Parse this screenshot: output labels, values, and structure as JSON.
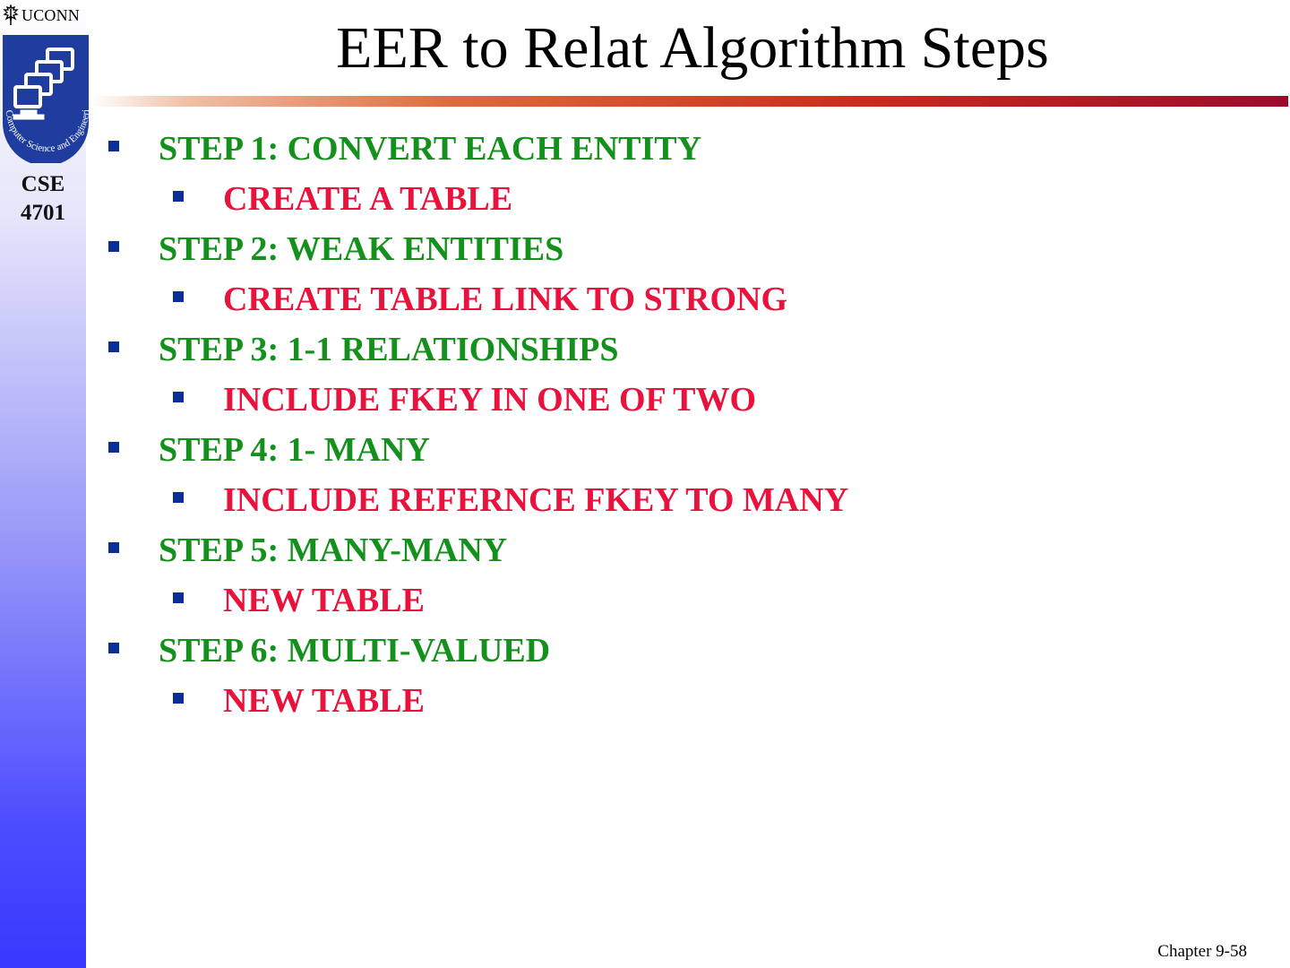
{
  "sidebar": {
    "university": "UCONN",
    "logo_text": "Computer Science and Engineering",
    "course_line1": "CSE",
    "course_line2": "4701"
  },
  "slide": {
    "title": "EER to Relat Algorithm Steps",
    "bullets": [
      {
        "level": 1,
        "text": "STEP 1: CONVERT EACH ENTITY"
      },
      {
        "level": 2,
        "text": "CREATE A TABLE"
      },
      {
        "level": 1,
        "text": "STEP 2: WEAK ENTITIES"
      },
      {
        "level": 2,
        "text": "CREATE TABLE LINK TO STRONG"
      },
      {
        "level": 1,
        "text": "STEP 3: 1-1 RELATIONSHIPS"
      },
      {
        "level": 2,
        "text": "INCLUDE FKEY IN ONE OF TWO"
      },
      {
        "level": 1,
        "text": "STEP 4: 1- MANY"
      },
      {
        "level": 2,
        "text": "INCLUDE REFERNCE FKEY TO MANY"
      },
      {
        "level": 1,
        "text": "STEP 5: MANY-MANY"
      },
      {
        "level": 2,
        "text": "NEW TABLE"
      },
      {
        "level": 1,
        "text": "STEP 6: MULTI-VALUED"
      },
      {
        "level": 2,
        "text": "NEW TABLE"
      }
    ],
    "footer": "Chapter 9-58"
  },
  "colors": {
    "level1_text": "#14911c",
    "level2_text": "#e8123c",
    "bullet_marker": "#0b2d96",
    "sidebar_bottom": "#3838ff",
    "title_rule": "#cc2a1c"
  },
  "icons": {
    "university_mark": "uconn-oak-leaf-icon",
    "department_logo": "stacked-computers-logo-icon",
    "bullet": "square-bullet-icon"
  }
}
